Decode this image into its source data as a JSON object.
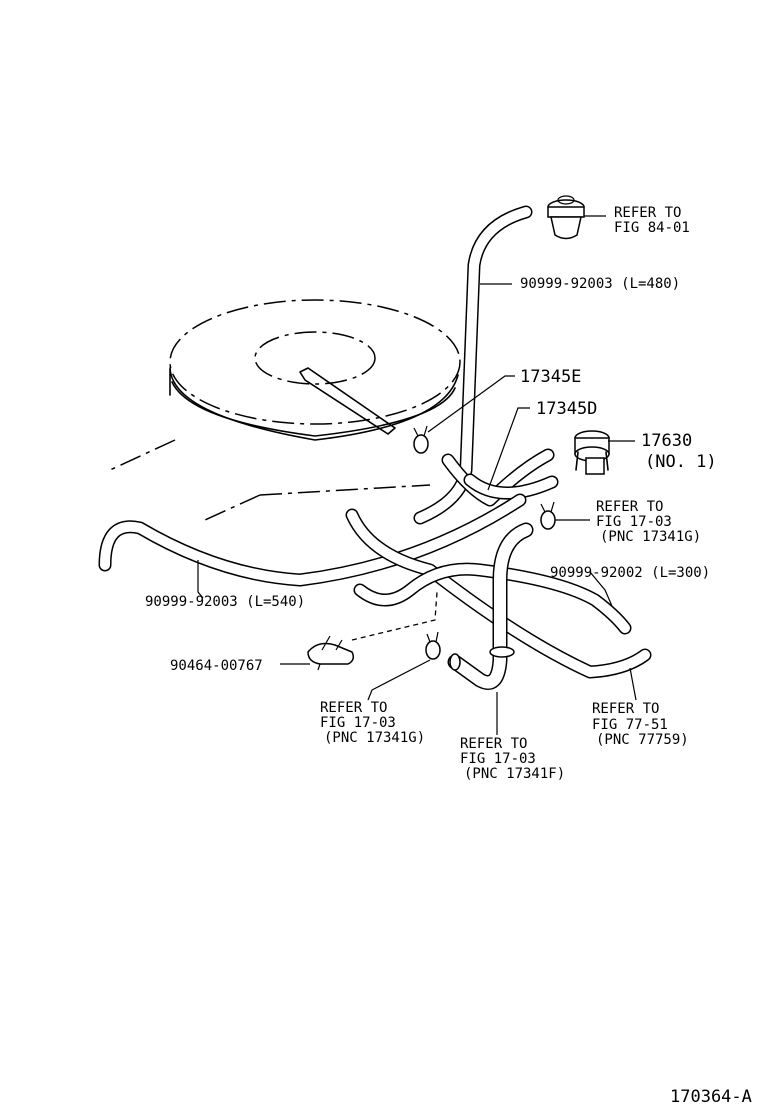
{
  "labels": {
    "fig84_ref": [
      "REFER TO",
      "FIG 84-01"
    ],
    "hose_480": "90999-92003 (L=480)",
    "part_17345E": "17345E",
    "part_17345D": "17345D",
    "part_17630": "17630",
    "part_17630_sub": "(NO. 1)",
    "ref_17341G_right": [
      "REFER TO",
      "FIG 17-03",
      "(PNC 17341G)"
    ],
    "hose_300": "90999-92002 (L=300)",
    "hose_540": "90999-92003 (L=540)",
    "clamp": "90464-00767",
    "ref_17341G_left": [
      "REFER TO",
      "FIG 17-03",
      "(PNC 17341G)"
    ],
    "ref_17341F": [
      "REFER TO",
      "FIG 17-03",
      "(PNC 17341F)"
    ],
    "ref_77759": [
      "REFER TO",
      "FIG 77-51",
      "(PNC 77759)"
    ],
    "figure_id": "170364-A"
  }
}
